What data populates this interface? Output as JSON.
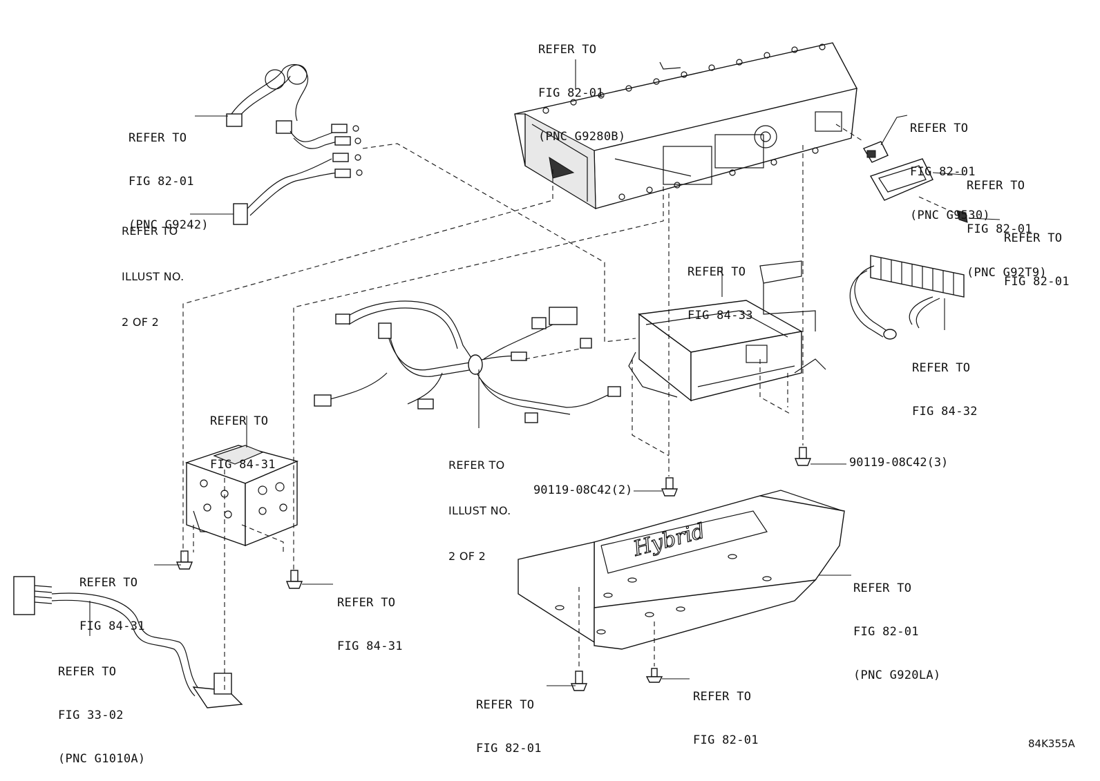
{
  "labels": {
    "inverter_top": [
      "REFER TO",
      "FIG 82-01",
      "(PNC G9280B)"
    ],
    "harness_top_left": [
      "REFER TO",
      "FIG 82-01",
      "(PNC G9242)"
    ],
    "illust_left": [
      "REFER TO",
      "ILLUST NO.",
      "2 OF 2"
    ],
    "connector_top_right": [
      "REFER TO",
      "FIG 82-01",
      "(PNC G9530)"
    ],
    "cover_right": [
      "REFER TO",
      "FIG 82-01",
      "(PNC G92T9)"
    ],
    "bolt_right": [
      "REFER TO",
      "FIG 82-01"
    ],
    "converter_mid": [
      "REFER TO",
      "FIG 84-33"
    ],
    "cooling_pipe": [
      "REFER TO",
      "FIG 84-32"
    ],
    "bracket_left": [
      "REFER TO",
      "FIG 84-31"
    ],
    "illust_center": [
      "REFER TO",
      "ILLUST NO.",
      "2 OF 2"
    ],
    "bolt_left_a": [
      "REFER TO",
      "FIG 84-31"
    ],
    "bolt_left_b": [
      "REFER TO",
      "FIG 84-31"
    ],
    "cable_bottom_left": [
      "REFER TO",
      "FIG 33-02",
      "(PNC G1010A)"
    ],
    "cover_bottom": [
      "REFER TO",
      "FIG 82-01",
      "(PNC G920LA)"
    ],
    "bolt_bottom_a": [
      "REFER TO",
      "FIG 82-01"
    ],
    "bolt_bottom_b": [
      "REFER TO",
      "FIG 82-01"
    ]
  },
  "part_numbers": {
    "bolt_center": "90119-08C42(2)",
    "bolt_right_center": "90119-08C42(3)"
  },
  "diagram_code": "84K355A"
}
